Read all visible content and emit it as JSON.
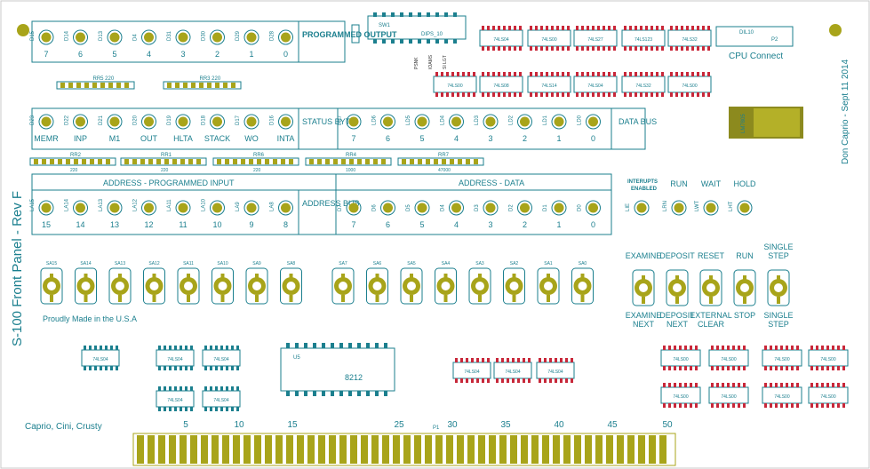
{
  "board": {
    "title": "S-100 Front Panel - Rev F",
    "author": "Don Caprio - Sept 11 2014",
    "credits": "Caprio, Cini, Crusty",
    "made_in": "Proudly Made in the U.S.A",
    "cpu_connect": "CPU Connect",
    "connector_ref": "P1",
    "connector_numbers": [
      "5",
      "10",
      "15",
      "25",
      "30",
      "35",
      "40",
      "45",
      "50"
    ]
  },
  "programmed_output": {
    "label": "PROGRAMMED OUTPUT",
    "leds": [
      "D15",
      "D14",
      "D13",
      "D4",
      "D31",
      "D30",
      "D29",
      "D28"
    ],
    "bits": [
      "7",
      "6",
      "5",
      "4",
      "3",
      "2",
      "1",
      "0"
    ]
  },
  "status_byte": {
    "label": "STATUS BYTE",
    "leds": [
      "D23",
      "D22",
      "D21",
      "D20",
      "D19",
      "D18",
      "D17",
      "D16"
    ],
    "names": [
      "MEMR",
      "INP",
      "M1",
      "OUT",
      "HLTA",
      "STACK",
      "WO",
      "INTA"
    ]
  },
  "data_bus": {
    "label": "DATA BUS",
    "leds": [
      "LD7",
      "LD6",
      "LD5",
      "LD4",
      "LD3",
      "LD2",
      "LD1",
      "LD0"
    ],
    "bits": [
      "7",
      "6",
      "5",
      "4",
      "3",
      "2",
      "1",
      "0"
    ]
  },
  "address_programmed_input": {
    "header": "ADDRESS - PROGRAMMED INPUT",
    "leds": [
      "LA15",
      "LA14",
      "LA13",
      "LA12",
      "LA11",
      "LA10",
      "LA9",
      "LA8"
    ],
    "bits": [
      "15",
      "14",
      "13",
      "12",
      "11",
      "10",
      "9",
      "8"
    ]
  },
  "address_bus_label": "ADDRESS BUS",
  "address_data": {
    "header": "ADDRESS - DATA",
    "leds": [
      "D7",
      "D6",
      "D5",
      "D4",
      "D3",
      "D2",
      "D1",
      "D0"
    ],
    "bits": [
      "7",
      "6",
      "5",
      "4",
      "3",
      "2",
      "1",
      "0"
    ]
  },
  "status_lights": {
    "leds": [
      "LIE",
      "LRN",
      "LWT",
      "LHT"
    ],
    "names": [
      "INTERUPTS ENABLED",
      "RUN",
      "WAIT",
      "HOLD"
    ]
  },
  "address_switches": [
    "SA15",
    "SA14",
    "SA13",
    "SA12",
    "SA11",
    "SA10",
    "SA9",
    "SA8"
  ],
  "data_switches": [
    "SA7",
    "SA6",
    "SA5",
    "SA4",
    "SA3",
    "SA2",
    "SA1",
    "SA0"
  ],
  "control_switches": {
    "top": [
      "EXAMINE",
      "DEPOSIT",
      "RESET",
      "RUN",
      "SINGLE STEP"
    ],
    "bottom": [
      "EXAMINE NEXT",
      "DEPOSIT NEXT",
      "EXTERNAL CLEAR",
      "STOP",
      "SINGLE STEP"
    ]
  },
  "resistor_networks": {
    "rr5": {
      "ref": "RR5",
      "value": "220"
    },
    "rr3": {
      "ref": "RR3",
      "value": "220"
    },
    "rr2": {
      "ref": "RR2",
      "value": "220"
    },
    "rr1": {
      "ref": "RR1",
      "value": "220"
    },
    "rr6": {
      "ref": "RR6",
      "value": "220"
    },
    "rr4": {
      "ref": "RR4",
      "value": "1000"
    },
    "rr7": {
      "ref": "RR7",
      "value": "47000"
    }
  },
  "dip_switch": {
    "ref": "SW1",
    "part": "DIPS_10",
    "labels": [
      "PSNK",
      "IOAMS",
      "SI LGT"
    ]
  },
  "dil_connector": {
    "ref": "DIL10",
    "p": "P2"
  },
  "regulator": {
    "ref": "U8",
    "part": "LM7805"
  },
  "chips": {
    "top_row": [
      "U8",
      "74LS04",
      "74LS00",
      "74LS27",
      "74LS123",
      "74LS32"
    ],
    "mid_row": [
      "74LS00",
      "74LS08",
      "74LS14",
      "74LS04",
      "74LS32",
      "74LS00"
    ],
    "u5": {
      "ref": "U5",
      "part": "8212"
    }
  },
  "colors": {
    "silk": "#1b7f8e",
    "pad": "#a8a41a",
    "ic_red": "#c8283a"
  }
}
